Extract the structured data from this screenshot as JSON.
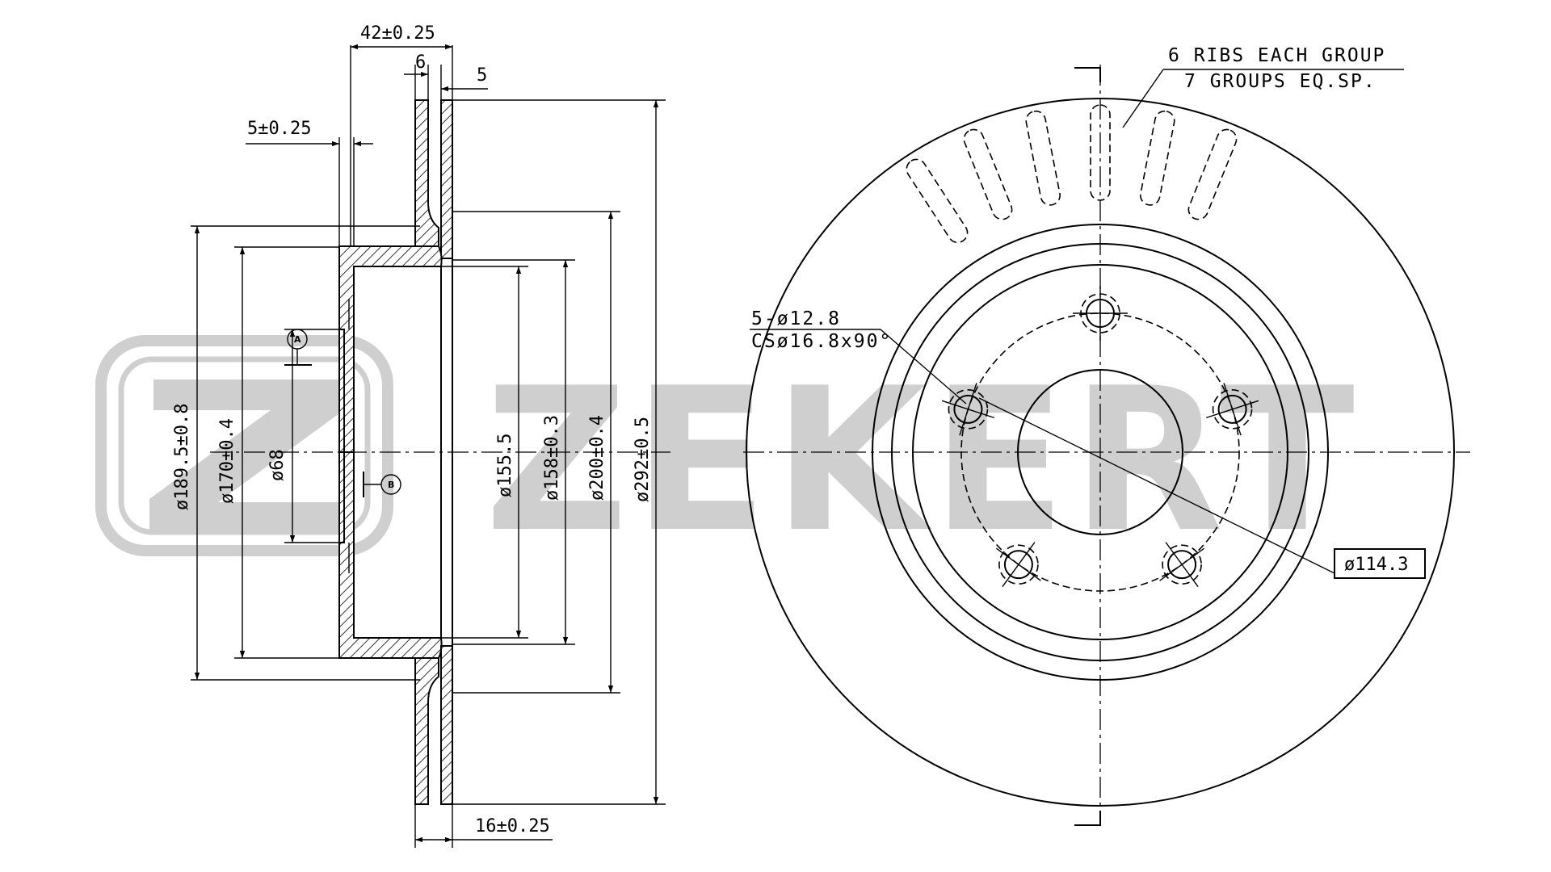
{
  "watermark": {
    "text": "ZEKERT",
    "color": "#cfcfcf"
  },
  "notes": {
    "ribs_line1": "6 RIBS EACH GROUP",
    "ribs_line2": "7 GROUPS EQ.SP.",
    "holes_line1": "5-ø12.8",
    "holes_line2": "CSø16.8x90°",
    "pcd_box": "ø114.3"
  },
  "dimensions": {
    "overall_thickness": "42±0.25",
    "ring_left": "6",
    "ring_right": "5",
    "hat_wall": "5±0.25",
    "disc_thickness": "16±0.25",
    "d_189_5": "ø189.5±0.8",
    "d_170": "ø170±0.4",
    "d_68": "ø68",
    "d_155_5": "ø155.5",
    "d_158": "ø158±0.3",
    "d_200": "ø200±0.4",
    "d_292": "ø292±0.5"
  },
  "datums": {
    "a": "A",
    "b": "B"
  },
  "colors": {
    "line": "#000000",
    "background": "#ffffff"
  }
}
